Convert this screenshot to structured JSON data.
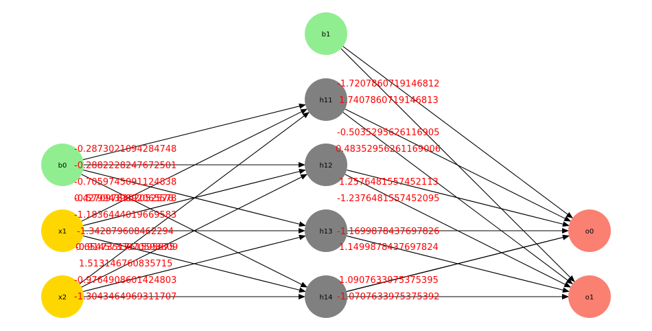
{
  "colors": {
    "bias": "#90ee90",
    "input": "#ffd700",
    "hidden": "#808080",
    "output": "#fa8072",
    "edge": "#000000",
    "weight_text": "#ff0000"
  },
  "nodes": [
    {
      "id": "b1",
      "label": "b1",
      "kind": "bias"
    },
    {
      "id": "b0",
      "label": "b0",
      "kind": "bias"
    },
    {
      "id": "x1",
      "label": "x1",
      "kind": "input"
    },
    {
      "id": "x2",
      "label": "x2",
      "kind": "input"
    },
    {
      "id": "h11",
      "label": "h11",
      "kind": "hidden"
    },
    {
      "id": "h12",
      "label": "h12",
      "kind": "hidden"
    },
    {
      "id": "h13",
      "label": "h13",
      "kind": "hidden"
    },
    {
      "id": "h14",
      "label": "h14",
      "kind": "hidden"
    },
    {
      "id": "o0",
      "label": "o0",
      "kind": "output"
    },
    {
      "id": "o1",
      "label": "o1",
      "kind": "output"
    }
  ],
  "edges": [
    {
      "from": "b0",
      "to": "h11",
      "weight": "-0.2873021094284748"
    },
    {
      "from": "b0",
      "to": "h12",
      "weight": "-0.2882228247672501"
    },
    {
      "from": "b0",
      "to": "h13",
      "weight": "-0.7059745091124838"
    },
    {
      "from": "b0",
      "to": "h14",
      "weight": "-0.5799439892065578"
    },
    {
      "from": "x1",
      "to": "h11",
      "weight": "0.4270978302052576"
    },
    {
      "from": "x1",
      "to": "h12",
      "weight": "-1.1836444019669583"
    },
    {
      "from": "x1",
      "to": "h13",
      "weight": "-1.342879608462294"
    },
    {
      "from": "x1",
      "to": "h14",
      "weight": "0.6547351761595675"
    },
    {
      "from": "x2",
      "to": "h11",
      "weight": "-0.9145733070598809"
    },
    {
      "from": "x2",
      "to": "h12",
      "weight": "1.513146760835715"
    },
    {
      "from": "x2",
      "to": "h13",
      "weight": "-0.9764908601424803"
    },
    {
      "from": "x2",
      "to": "h14",
      "weight": "-1.3043464969311707"
    },
    {
      "from": "b1",
      "to": "o0",
      "weight": ""
    },
    {
      "from": "b1",
      "to": "o1",
      "weight": ""
    },
    {
      "from": "h11",
      "to": "o0",
      "weight": "-1.7207860719146812"
    },
    {
      "from": "h11",
      "to": "o1",
      "weight": "1.7407860719146813"
    },
    {
      "from": "h12",
      "to": "o0",
      "weight": "-0.5035295626116905"
    },
    {
      "from": "h12",
      "to": "o1",
      "weight": "0.48352956261169006"
    },
    {
      "from": "h13",
      "to": "o0",
      "weight": "1.2576481557452113"
    },
    {
      "from": "h13",
      "to": "o1",
      "weight": "-1.2376481557452095"
    },
    {
      "from": "h14",
      "to": "o0",
      "weight": "-1.1699878437697826"
    },
    {
      "from": "h14",
      "to": "o1",
      "weight": "1.1499878437697824"
    },
    {
      "from": "h14",
      "to": "o0",
      "weight": "1.0907633975375395"
    },
    {
      "from": "h14",
      "to": "o1",
      "weight": "-1.0707633975375392"
    }
  ]
}
